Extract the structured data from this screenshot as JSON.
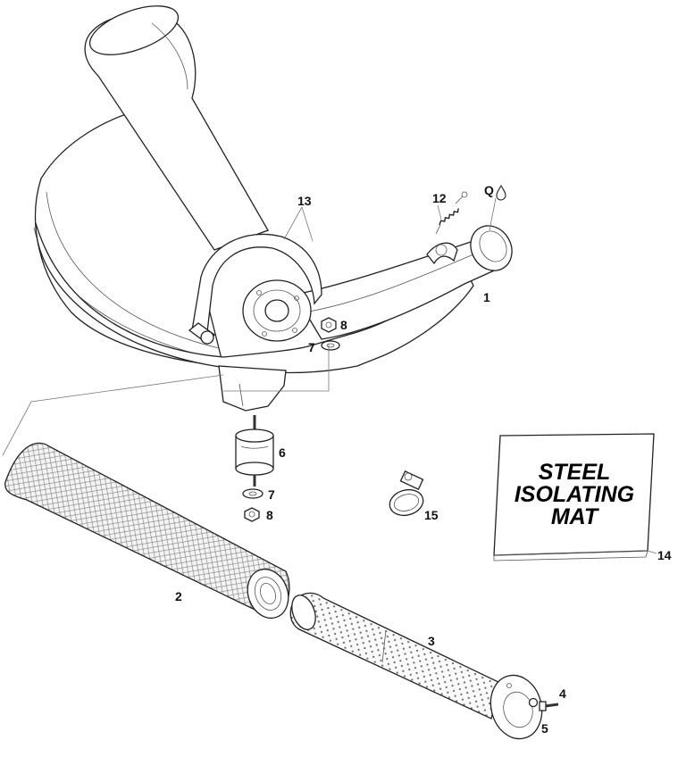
{
  "callouts": {
    "c1": "1",
    "c2": "2",
    "c3": "3",
    "c4": "4",
    "c5": "5",
    "c6": "6",
    "c7a": "7",
    "c7b": "7",
    "c8a": "8",
    "c8b": "8",
    "c12": "12",
    "c13": "13",
    "c14": "14",
    "c15": "15",
    "cQ": "Q"
  },
  "mat_label": {
    "line1": "STEEL",
    "line2": "ISOLATING",
    "line3": "MAT"
  },
  "icons": {
    "lubricant": "oil-drop-icon"
  }
}
